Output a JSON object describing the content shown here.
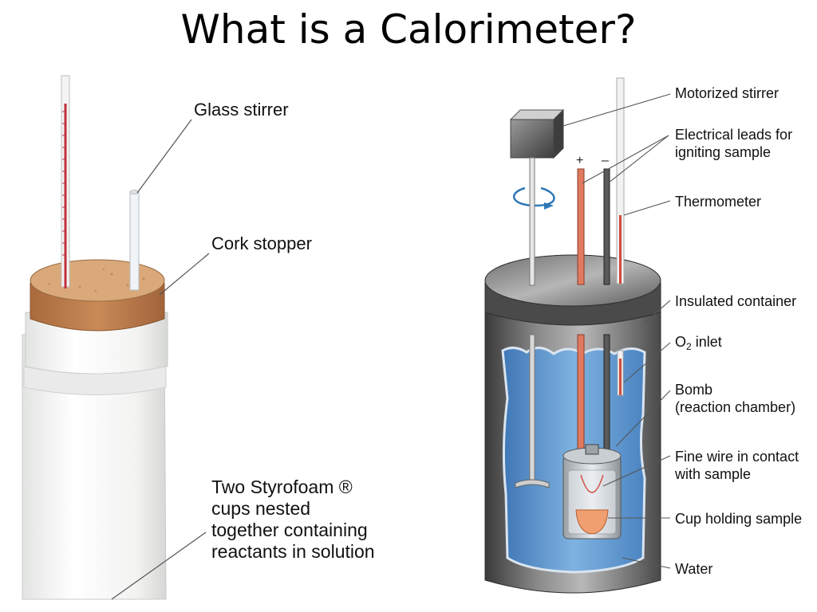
{
  "title": "What is a Calorimeter?",
  "coffee_cup": {
    "labels": {
      "glass_stirrer": "Glass stirrer",
      "cork_stopper": "Cork stopper",
      "cups_line1": "Two Styrofoam ®",
      "cups_line2": "cups nested",
      "cups_line3": "together containing",
      "cups_line4": "reactants in solution"
    }
  },
  "bomb": {
    "labels": {
      "motorized_stirrer": "Motorized stirrer",
      "leads_line1": "Electrical leads for",
      "leads_line2": "igniting sample",
      "thermometer": "Thermometer",
      "insulated_container": "Insulated container",
      "o2_letter": "O",
      "o2_sub": "2",
      "o2_rest": " inlet",
      "bomb_line1": "Bomb",
      "bomb_line2": "(reaction chamber)",
      "wire_line1": "Fine wire in contact",
      "wire_line2": "with sample",
      "cup_holding": "Cup holding sample",
      "water": "Water",
      "plus": "+",
      "minus": "–"
    }
  }
}
